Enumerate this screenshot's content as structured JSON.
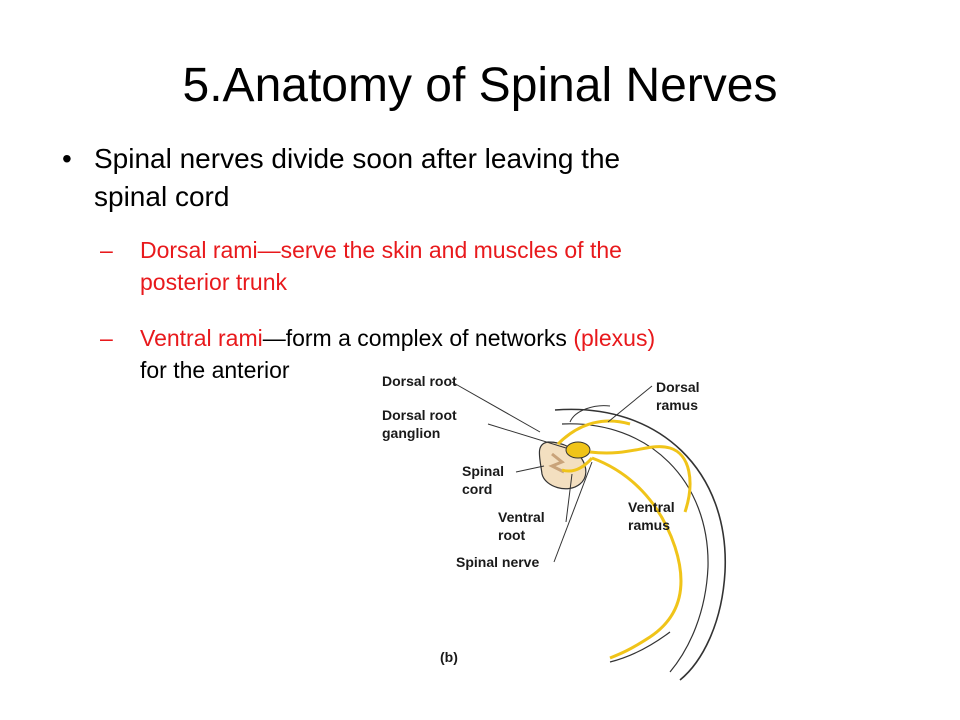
{
  "slide": {
    "title": "5.Anatomy of Spinal Nerves",
    "bullet": {
      "marker": "•",
      "text_line1": "Spinal nerves divide soon after leaving the",
      "text_line2": "spinal cord"
    },
    "sub_items": [
      {
        "marker": "–",
        "line1": "Dorsal rami—serve the skin and muscles of the",
        "line2": "posterior trunk"
      },
      {
        "marker": "–",
        "line1_red_a": "Ventral rami",
        "line1_black": "—form a complex of networks ",
        "line1_red_b": "(plexus)",
        "line2": "for the anterior"
      }
    ]
  },
  "diagram": {
    "labels": {
      "dorsal_root": "Dorsal root",
      "dorsal_root_ganglion_1": "Dorsal root",
      "dorsal_root_ganglion_2": "ganglion",
      "spinal_cord_1": "Spinal",
      "spinal_cord_2": "cord",
      "ventral_root_1": "Ventral",
      "ventral_root_2": "root",
      "spinal_nerve": "Spinal nerve",
      "dorsal_ramus_1": "Dorsal",
      "dorsal_ramus_2": "ramus",
      "ventral_ramus_1": "Ventral",
      "ventral_ramus_2": "ramus",
      "panel": "(b)"
    },
    "colors": {
      "nerve": "#f0c419",
      "cord": "#f3dfc0",
      "outline": "#333333",
      "text_red": "#e8191c"
    }
  }
}
